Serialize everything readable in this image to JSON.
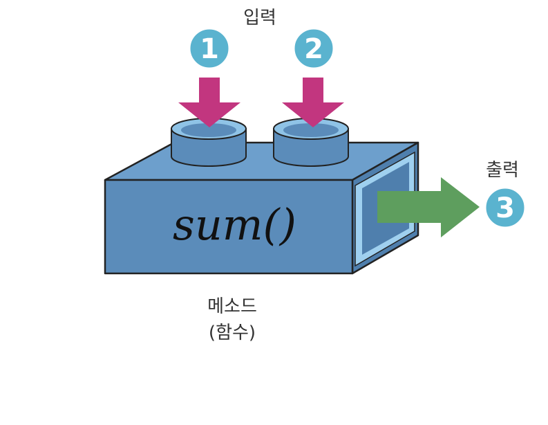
{
  "labels": {
    "input": "입력",
    "output": "출력",
    "method_line1": "메소드",
    "method_line2": "(함수)"
  },
  "method_name": "sum()",
  "badges": {
    "input1": "1",
    "input2": "2",
    "output": "3"
  },
  "colors": {
    "block_front": "#5b8cba",
    "block_top": "#6d9fcc",
    "block_side": "#4f7fad",
    "socket_inner": "#8fc3e6",
    "stud": "#5b8cba",
    "input_arrow": "#c2367f",
    "output_arrow": "#5e9e5e",
    "badge": "#5ab3cf",
    "outline": "#222222"
  }
}
